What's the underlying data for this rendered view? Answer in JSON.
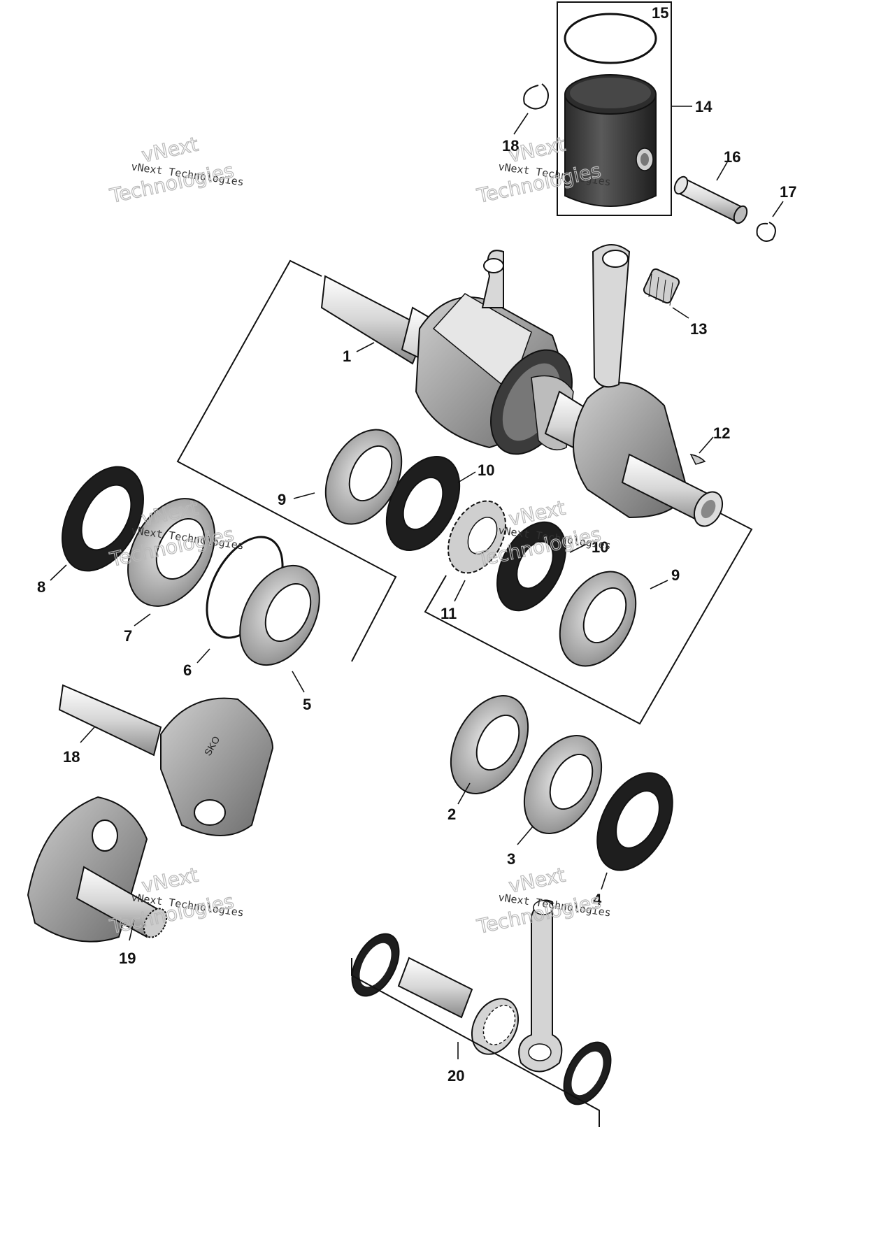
{
  "diagram": {
    "callouts": {
      "c1": "1",
      "c2": "2",
      "c3": "3",
      "c4": "4",
      "c5": "5",
      "c6": "6",
      "c7": "7",
      "c8": "8",
      "c9a": "9",
      "c9b": "9",
      "c10a": "10",
      "c10b": "10",
      "c11": "11",
      "c12": "12",
      "c13": "13",
      "c14": "14",
      "c15": "15",
      "c16": "16",
      "c17": "17",
      "c18a": "18",
      "c18b": "18",
      "c19": "19",
      "c20": "20"
    },
    "watermark": {
      "company": "vNext Technologies",
      "large_line1": "vNext",
      "large_line2": "Technologies"
    },
    "part_labels": {
      "crank_web_mark": "SKO"
    }
  },
  "colors": {
    "ink": "#111111",
    "metal_light": "#cfcfcf",
    "metal_mid": "#9a9a9a",
    "metal_dark": "#555555",
    "piston": "#3a3a3a"
  }
}
